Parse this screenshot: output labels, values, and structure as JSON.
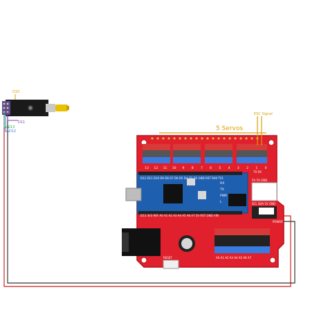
{
  "colors": {
    "board": "#e0202c",
    "board_edge": "#b5121c",
    "nano": "#1f5fb0",
    "pin_header": "#222222",
    "pin_blue": "#3a7be0",
    "pin_red": "#d83a3a",
    "wire_red": "#cc2222",
    "wire_black": "#333333",
    "wire_green": "#2aa84a",
    "wire_purple": "#8a3ab8",
    "annotation": "#d9a000",
    "module": "#1a1a1a",
    "antenna": "#e8c200"
  },
  "annotations": {
    "servos_title": "5 Servos",
    "esc_signal": "ESC Signal"
  },
  "module_labels": {
    "d10": "D10",
    "d13": "D13",
    "d11": "D11",
    "d12": "D12"
  },
  "board_labels": {
    "servo_pins": [
      "13",
      "12",
      "11",
      "10",
      "9",
      "8",
      "7",
      "6",
      "5",
      "4",
      "3",
      "2",
      "1",
      "0"
    ],
    "nano_top": "D12 D11 D10 D9 D8 D7 D6 D5 D4 D3 D2 GND RST RX0 TX1",
    "nano_bottom": "D13 3V3 REF A0 A1 A2 A3 A4 A5 A6 A7 5V RST GND VIN",
    "nano_right": [
      "RX",
      "TX",
      "PWR",
      "L"
    ],
    "tx_rx": "TX RX",
    "i2c_top": "5V 5V GND",
    "i2c_bottom": "SCL SDA 5V GND",
    "analog_pins": "A0 A1 A2 A3 A4 A5 A6 A7",
    "power": "POWER",
    "reset": "RESET"
  }
}
